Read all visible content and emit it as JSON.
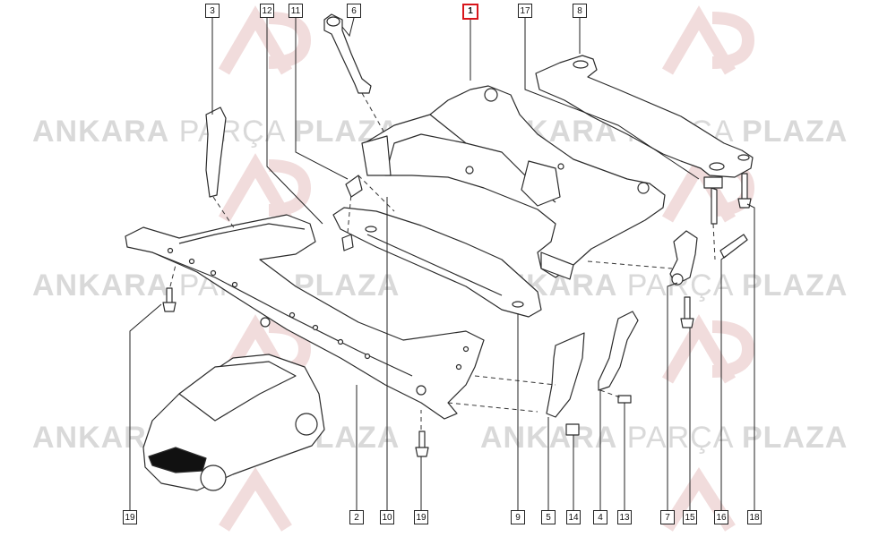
{
  "watermark": {
    "bold1": "ANKARA",
    "thin": "PARÇA",
    "bold2": "PLAZA"
  },
  "callouts": [
    {
      "id": "c3",
      "text": "3",
      "highlight": false
    },
    {
      "id": "c12",
      "text": "12",
      "highlight": false
    },
    {
      "id": "c11",
      "text": "11",
      "highlight": false
    },
    {
      "id": "c6",
      "text": "6",
      "highlight": false
    },
    {
      "id": "c1",
      "text": "1",
      "highlight": true
    },
    {
      "id": "c17",
      "text": "17",
      "highlight": false
    },
    {
      "id": "c8",
      "text": "8",
      "highlight": false
    },
    {
      "id": "c19a",
      "text": "19",
      "highlight": false
    },
    {
      "id": "c2",
      "text": "2",
      "highlight": false
    },
    {
      "id": "c10",
      "text": "10",
      "highlight": false
    },
    {
      "id": "c19b",
      "text": "19",
      "highlight": false
    },
    {
      "id": "c9",
      "text": "9",
      "highlight": false
    },
    {
      "id": "c5",
      "text": "5",
      "highlight": false
    },
    {
      "id": "c14",
      "text": "14",
      "highlight": false
    },
    {
      "id": "c4",
      "text": "4",
      "highlight": false
    },
    {
      "id": "c13",
      "text": "13",
      "highlight": false
    },
    {
      "id": "c7",
      "text": "7",
      "highlight": false
    },
    {
      "id": "c15",
      "text": "15",
      "highlight": false
    },
    {
      "id": "c16",
      "text": "16",
      "highlight": false
    },
    {
      "id": "c18",
      "text": "18",
      "highlight": false
    }
  ],
  "colors": {
    "line": "#2b2b2b",
    "highlight": "#d8161b",
    "watermark": "#d9d9d9",
    "logo": "#f2dede"
  }
}
